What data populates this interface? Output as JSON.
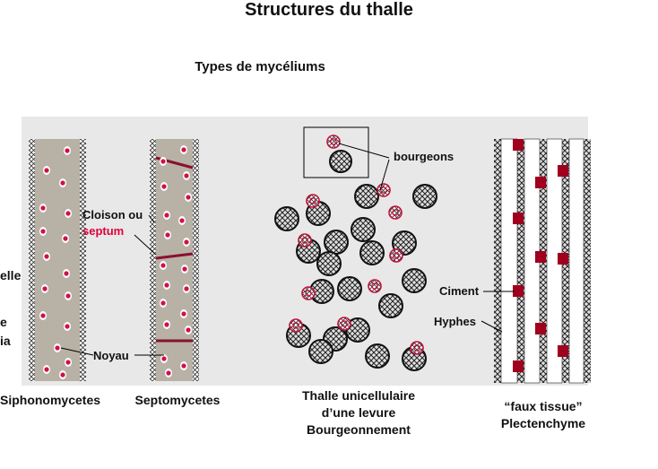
{
  "title": "Structures du thalle",
  "subtitle": "Types de mycéliums",
  "labels": {
    "cloison": "Cloison ou",
    "septum": "septum",
    "noyau": "Noyau",
    "bourgeons": "bourgeons",
    "ciment": "Ciment",
    "hyphes": "Hyphes"
  },
  "captions": {
    "siphono": "Siphonomycetes",
    "septo": "Septomycetes",
    "levure_1": "Thalle unicellulaire",
    "levure_2": "d’une levure",
    "levure_3": "Bourgeonnement",
    "faux_1": "“faux tissue”",
    "faux_2": "Plectenchyme"
  },
  "left_fragments": {
    "a": "elle",
    "b": "e",
    "c": "ia"
  },
  "colors": {
    "hypha_fill": "#b8b2a6",
    "nucleus": "#d0104a",
    "septum": "#8a1030",
    "cement": "#a0001e",
    "panel": "#e8e8e8"
  }
}
